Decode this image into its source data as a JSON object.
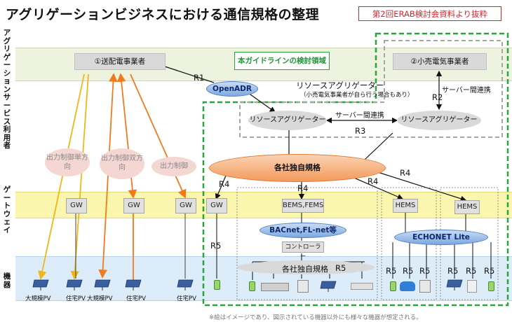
{
  "title": "アグリゲーションビジネスにおける通信規格の整理",
  "source_note": "第2回ERAB検討会資料より抜粋",
  "layers": {
    "aggregation_user": "アグリゲーションサービス利用者",
    "gateway": "ゲートウェイ",
    "device": "機器"
  },
  "guideline_label": "本ガイドラインの検討領域",
  "entities": {
    "tso": "①送配電事業者",
    "retailer": "②小売電気事業者",
    "resource_aggregator_title": "リソースアグリゲーター",
    "resource_aggregator_note": "（小売電気事業者が自ら行う場合もあり）",
    "ra_left": "リソースアグリゲーター",
    "ra_right": "リソースアグリゲーター",
    "proprietary_top": "各社独自規格",
    "proprietary_bottom": "各社独自規格",
    "controller": "コントローラー"
  },
  "protocols": {
    "openadr": "OpenADR",
    "bacnet": "BACnet,FL-net等",
    "echonet": "ECHONET Lite"
  },
  "server_links": {
    "server_link_1": "サーバー間連携",
    "server_link_2": "サーバー間連携"
  },
  "controls": {
    "one_way": "出力制御単方向",
    "two_way": "出力制御双方向",
    "control": "出力制御"
  },
  "gateways": {
    "gw1": "GW",
    "gw2": "GW",
    "gw3": "GW",
    "gw4": "GW",
    "bems": "BEMS,FEMS",
    "hems1": "HEMS",
    "hems2": "HEMS"
  },
  "refs": {
    "r1": "R1",
    "r2": "R2",
    "r3": "R3",
    "r4a": "R4",
    "r4b": "R4",
    "r4c": "R4",
    "r4d": "R4",
    "r5a": "R5",
    "r5b": "R5",
    "r5c": "R5",
    "r5d": "R5",
    "r5e": "R5",
    "r5f": "R5",
    "r5g": "R5",
    "r5h": "R5"
  },
  "device_labels": {
    "d1": "大規模PV",
    "d2": "住宅PV",
    "d3": "大規模PV",
    "d4": "住宅PV",
    "d5": "住宅PV"
  },
  "footnote": "※絵はイメージであり、図示されている機器以外にも様々な機器が想定される。"
}
